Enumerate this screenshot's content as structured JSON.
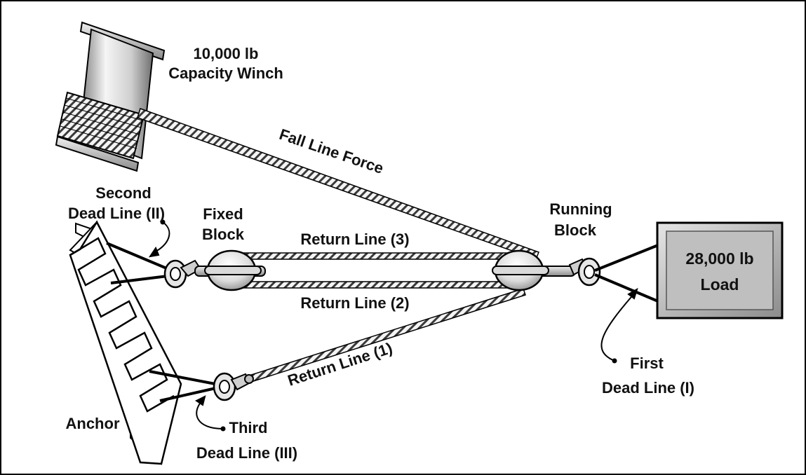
{
  "labels": {
    "winch_line1": "10,000 lb",
    "winch_line2": "Capacity Winch",
    "fall_line": "Fall Line Force",
    "second_dead_line1": "Second",
    "second_dead_line2": "Dead Line (II)",
    "fixed_block1": "Fixed",
    "fixed_block2": "Block",
    "running_block1": "Running",
    "running_block2": "Block",
    "return_line_3": "Return Line (3)",
    "return_line_2": "Return Line (2)",
    "return_line_1": "Return Line (1)",
    "load_line1": "28,000 lb",
    "load_line2": "Load",
    "first_dead_line1": "First",
    "first_dead_line2": "Dead Line (I)",
    "anchor": "Anchor",
    "third_dead_line1": "Third",
    "third_dead_line2": "Dead Line (III)"
  },
  "colors": {
    "background": "#ffffff",
    "outline": "#000000",
    "metal_light": "#f2f2f2",
    "metal_dark": "#8c8c8c",
    "load_fill": "#bfbfbf"
  }
}
